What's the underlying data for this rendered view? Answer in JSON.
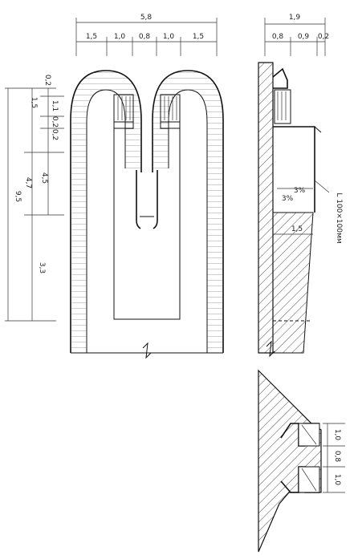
{
  "plan": {
    "overall_width": "5,8",
    "segments": [
      "1,5",
      "1,0",
      "0,8",
      "1,0",
      "1,5"
    ]
  },
  "section": {
    "overall_width": "1,9",
    "segments": [
      "0,8",
      "0,9",
      "0,2"
    ],
    "label_a": "3%",
    "label_b": "3%",
    "dim_bottom": "1,5",
    "angle_label": "L 100×100мм"
  },
  "left_dims": {
    "total": "9,5",
    "d02": "0,2",
    "d11": "1,1",
    "d15": "1,5",
    "d020": "0,2",
    "d021": "0,2",
    "d47": "4,7",
    "d45": "4,5",
    "d33": "3,3"
  },
  "detail": {
    "dims": [
      "1,0",
      "0,8",
      "1,0"
    ]
  }
}
